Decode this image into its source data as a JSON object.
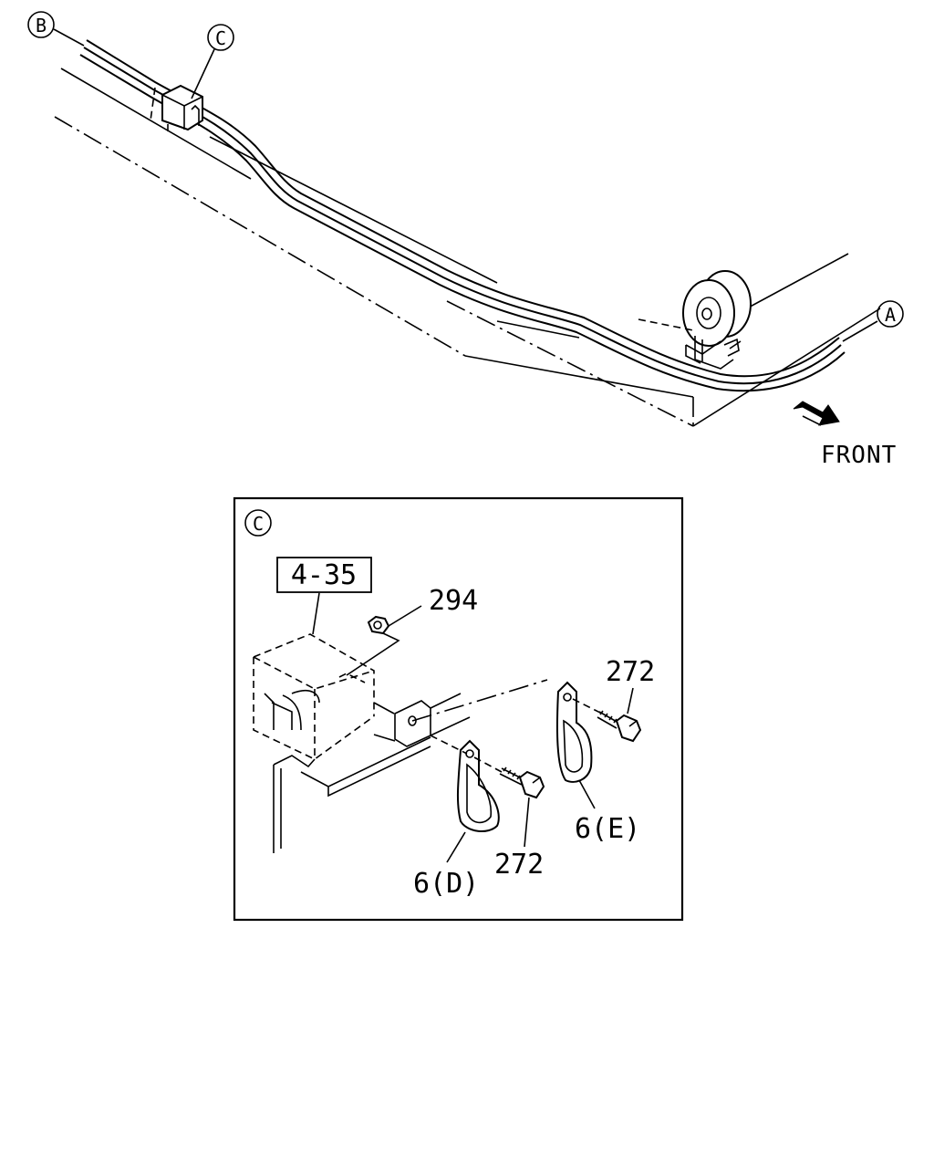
{
  "callouts": {
    "B": "B",
    "C_top": "C",
    "A": "A",
    "C_detail": "C"
  },
  "direction": {
    "label": "FRONT"
  },
  "detail": {
    "ref_label": "4-35",
    "parts": {
      "nut": "294",
      "bolt_upper": "272",
      "bolt_lower": "272",
      "clip_e": "6(E)",
      "clip_d": "6(D)"
    }
  },
  "icons": [
    "arrow-right-down-icon"
  ]
}
